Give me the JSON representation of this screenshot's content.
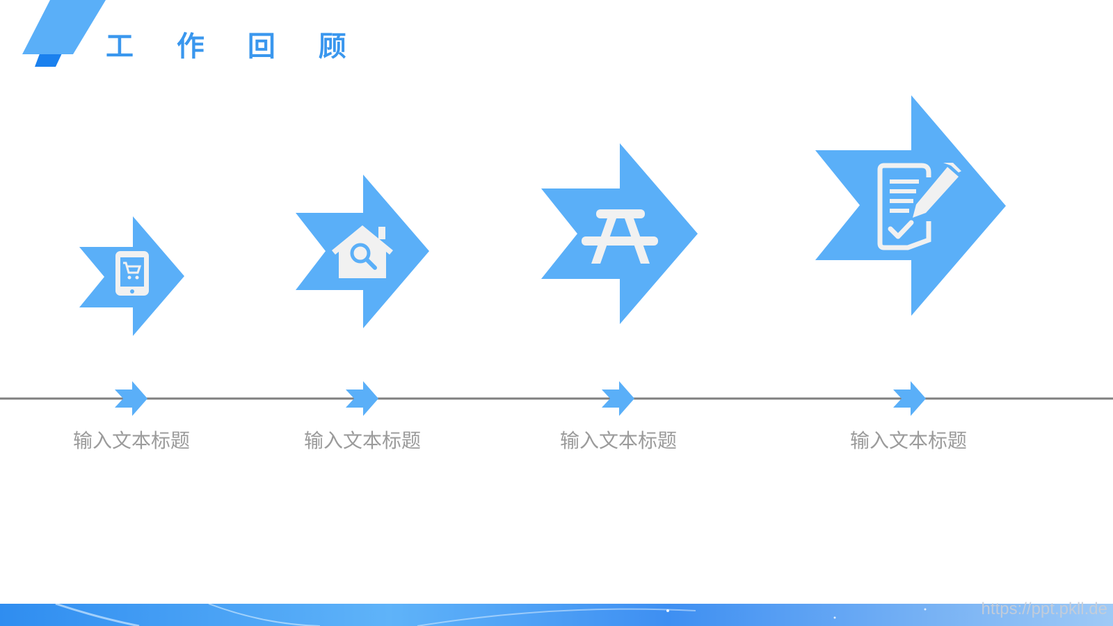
{
  "header": {
    "title": "工 作 回 顾"
  },
  "steps": [
    {
      "label": "输入文本标题",
      "icon": "mobile-cart-icon"
    },
    {
      "label": "输入文本标题",
      "icon": "house-search-icon"
    },
    {
      "label": "输入文本标题",
      "icon": "picnic-table-icon"
    },
    {
      "label": "输入文本标题",
      "icon": "document-edit-icon"
    }
  ],
  "footer": {
    "watermark": "https://ppt.pkll.de"
  },
  "colors": {
    "arrow_fill": "#5aaff8",
    "title": "#3a97ee",
    "brand_dark": "#1a80ee",
    "brand_light": "#5aaff8",
    "timeline": "#7f7f7f",
    "caption": "#9b9b9b",
    "icon": "#f1f1f1"
  }
}
